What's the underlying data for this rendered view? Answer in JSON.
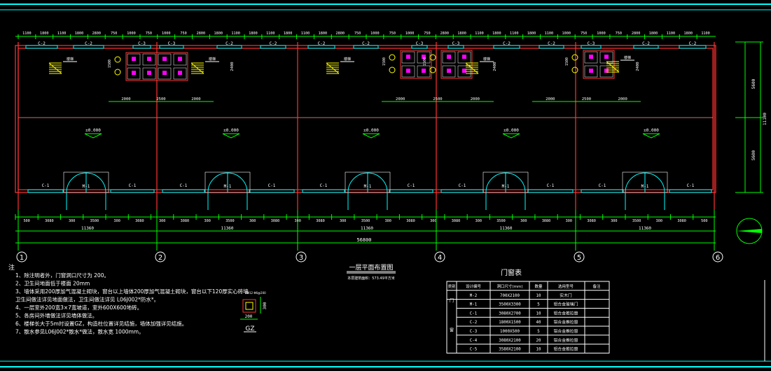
{
  "drawing": {
    "title": "一层平面布置图",
    "subtitle": "本层建筑面积：573.49平方米",
    "stair_label": "楼梯",
    "elevation": "±0.000",
    "top_dims": [
      "1100",
      "1800",
      "1100",
      "1800",
      "2800",
      "750",
      "1000",
      "750",
      "1000",
      "750",
      "2800",
      "1800",
      "1100",
      "1800",
      "1100",
      "1800",
      "1100",
      "1800",
      "2800",
      "750",
      "1000",
      "750",
      "1000",
      "750",
      "2800",
      "1800",
      "1100",
      "1800",
      "1100",
      "1800",
      "1100",
      "1000",
      "750",
      "1000",
      "750",
      "2800",
      "1800",
      "1100",
      "1800",
      "1100"
    ],
    "bottom_dims": [
      "500",
      "3080",
      "300",
      "3500",
      "300",
      "3080",
      "300",
      "3080",
      "300",
      "3500",
      "300",
      "3080",
      "300",
      "3080",
      "300",
      "3500",
      "300",
      "3080",
      "300",
      "3080",
      "300",
      "3500",
      "300",
      "3080",
      "300",
      "3080",
      "300",
      "3500",
      "300",
      "3080",
      "500"
    ],
    "bay_dims": [
      "11360",
      "11360",
      "11360",
      "11360",
      "11360"
    ],
    "total_dim": "56800",
    "right_dims": [
      "5600",
      "11100",
      "5600"
    ],
    "axis_labels": [
      "1",
      "2",
      "3",
      "4",
      "5",
      "6"
    ],
    "window_c1": "C-1",
    "window_c2": "C-2",
    "window_c3": "C-3",
    "door_m1": "M-1",
    "door_m2": "M-2",
    "interior_dims": [
      "2000",
      "2500",
      "2000"
    ],
    "side_dim": "2400",
    "toilet_dims": [
      "1500",
      "1500"
    ]
  },
  "notes": {
    "heading": "注",
    "items": [
      "1、除注明者外，门窗洞口尺寸为 200。",
      "2、卫生间地面低于楼面 20mm",
      "3、墙体采用200厚加气混凝土砌块，窗台以上墙体200厚加气混凝土砌块，窗台以下120厚实心砖墙",
      "  卫生间做法详见地面做法，卫生间做法详见 L06J002*防水*。",
      "4、一层室外200宽3×7宽坡道，室外600X600地砖。",
      "5、各房间外墙做法详见墙体做法。",
      "6、楼梯长大于5m时设置GZ，构造柱位置详见结施，墙体加强详见结施。",
      "7、散水参见L06J002*散水*做法，散水宽 1000mm。"
    ],
    "gz_label": "GZ",
    "gz_dims": [
      "200",
      "300"
    ],
    "gz_rebar": "4Φ12\nΦ6@200"
  },
  "door_table": {
    "title": "门窗表",
    "headers": [
      "类别",
      "设计编号",
      "洞口尺寸(mm)",
      "数量",
      "选用型号",
      "备注"
    ],
    "category_door": "门",
    "category_window": "窗",
    "rows": [
      [
        "M-2",
        "700X2100",
        "10",
        "实木门",
        ""
      ],
      [
        "M-1",
        "3500X3300",
        "5",
        "铝合金玻璃门",
        ""
      ],
      [
        "C-1",
        "3080X2700",
        "10",
        "铝合金推拉窗",
        ""
      ],
      [
        "C-2",
        "1800X1500",
        "40",
        "铝合金推拉窗",
        ""
      ],
      [
        "C-3",
        "1000X500",
        "5",
        "铝合金推拉窗",
        ""
      ],
      [
        "C-4",
        "3080X2100",
        "20",
        "铝合金推拉窗",
        ""
      ],
      [
        "C-5",
        "3580X2100",
        "10",
        "铝合金推拉窗",
        ""
      ]
    ]
  },
  "colors": {
    "background": "#000000",
    "wall": "#ff3333",
    "dim": "#00ff00",
    "text": "#ffffff",
    "frame": "#00ffff",
    "glass": "#00ffff",
    "stair": "#ffff00",
    "magenta": "#ff00ff"
  }
}
